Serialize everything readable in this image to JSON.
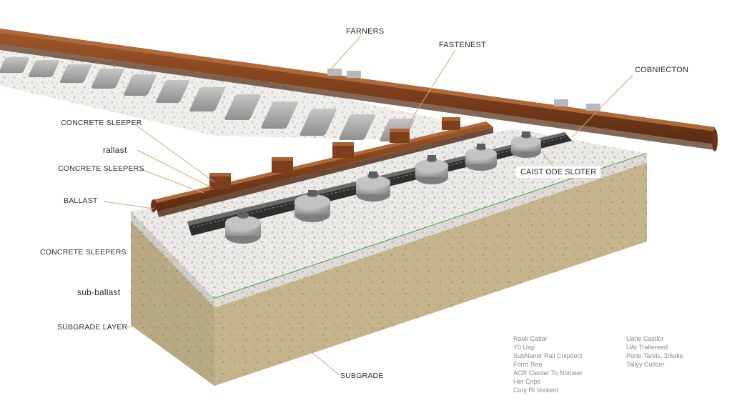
{
  "labels": {
    "farners": "FARNERS",
    "fastenest": "FASTENEST",
    "cobniecton": "COBNIECTON",
    "concrete_sleeper": "CONCRETE SLEEPER",
    "rallast": "rallast",
    "concrete_sleepers_1": "CONCRETE SLEEPERS",
    "ballast": "BALLAST",
    "concrete_sleepers_2": "CONCRETE SLEEPERS",
    "sub_ballast": "sub-ballast",
    "subgrade_layer": "SUBGRADE LAYER",
    "subgrade": "SUBGRADE",
    "caist_ode_sloter": "CAIST ODE SLOTER"
  },
  "legend_left": [
    "Raek Catlor",
    "Y0 Uap",
    "SubNaner Rail Cnipdect",
    "Forrd Reo",
    "ACR Cienter To Nomeer",
    "Her Crips",
    "Cory Rl Vorkent"
  ],
  "legend_right": [
    "Uahe Castlor",
    "UAt Trafiereed",
    "Perte Tarels. 3/6alle",
    "Tallyy Cutlcer"
  ],
  "colors": {
    "rail": "#8a4a22",
    "rail_dark": "#5e2f14",
    "ballast": "#e9e8e4",
    "subgrade": "#c9b68c",
    "sub_ballast_line": "#3f9a45",
    "sleeper": "#a9a9aa"
  }
}
